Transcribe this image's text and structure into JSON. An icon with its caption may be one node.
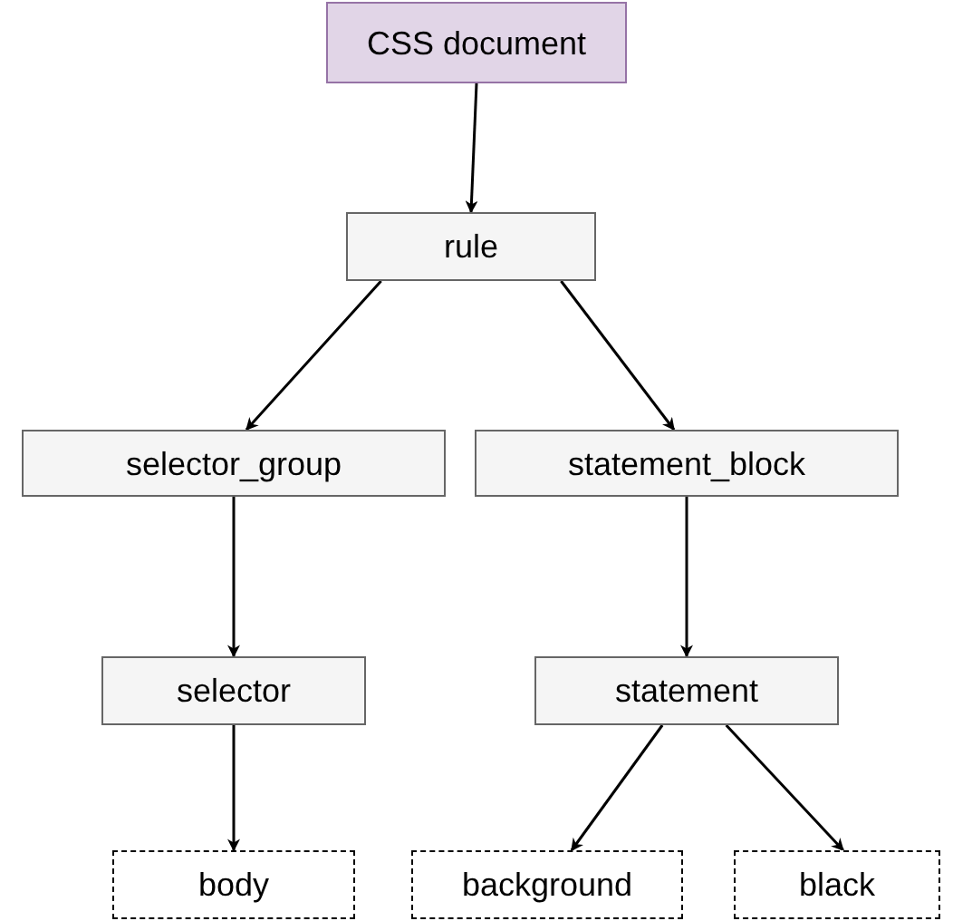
{
  "diagram": {
    "nodes": [
      {
        "text": [
          "CSS document"
        ]
      },
      {
        "text": [
          "rule"
        ]
      },
      {
        "text": [
          "selector_group"
        ]
      },
      {
        "text": [
          "statement_block"
        ]
      },
      {
        "text": [
          "selector"
        ]
      },
      {
        "text": [
          "statement"
        ]
      },
      {
        "text": [
          "body"
        ]
      },
      {
        "text": [
          "background"
        ]
      },
      {
        "text": [
          "black"
        ]
      }
    ],
    "edges": [
      {
        "from": 0,
        "to": 1,
        "arrow": "to"
      },
      {
        "from": 1,
        "to": 2,
        "arrow": "to"
      },
      {
        "from": 1,
        "to": 3,
        "arrow": "to"
      },
      {
        "from": 2,
        "to": 4,
        "arrow": "to"
      },
      {
        "from": 3,
        "to": 5,
        "arrow": "to"
      },
      {
        "from": 4,
        "to": 6,
        "arrow": "to"
      },
      {
        "from": 5,
        "to": 7,
        "arrow": "to"
      },
      {
        "from": 5,
        "to": 8,
        "arrow": "to"
      }
    ]
  }
}
